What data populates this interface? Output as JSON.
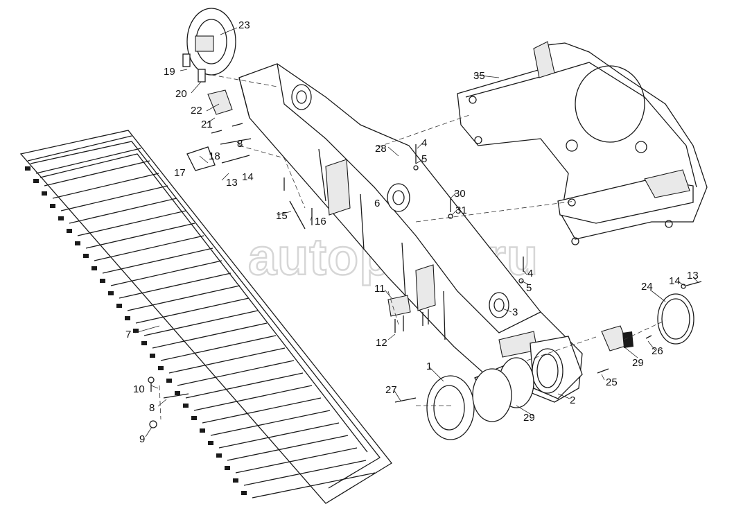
{
  "watermark": {
    "text": "autopiter.ru"
  },
  "parts": {
    "p1": "1",
    "p2": "2",
    "p3": "3",
    "p4a": "4",
    "p4b": "4",
    "p5a": "5",
    "p5b": "5",
    "p6": "6",
    "p7": "7",
    "p8a": "8",
    "p8b": "8",
    "p9": "9",
    "p10": "10",
    "p11": "11",
    "p12": "12",
    "p13a": "13",
    "p13b": "13",
    "p14a": "14",
    "p14b": "14",
    "p15": "15",
    "p16": "16",
    "p17": "17",
    "p18": "18",
    "p19": "19",
    "p20": "20",
    "p21": "21",
    "p22": "22",
    "p23": "23",
    "p24": "24",
    "p25": "25",
    "p26": "26",
    "p27": "27",
    "p28": "28",
    "p29a": "29",
    "p29b": "29",
    "p30": "30",
    "p31": "31",
    "p35": "35"
  }
}
